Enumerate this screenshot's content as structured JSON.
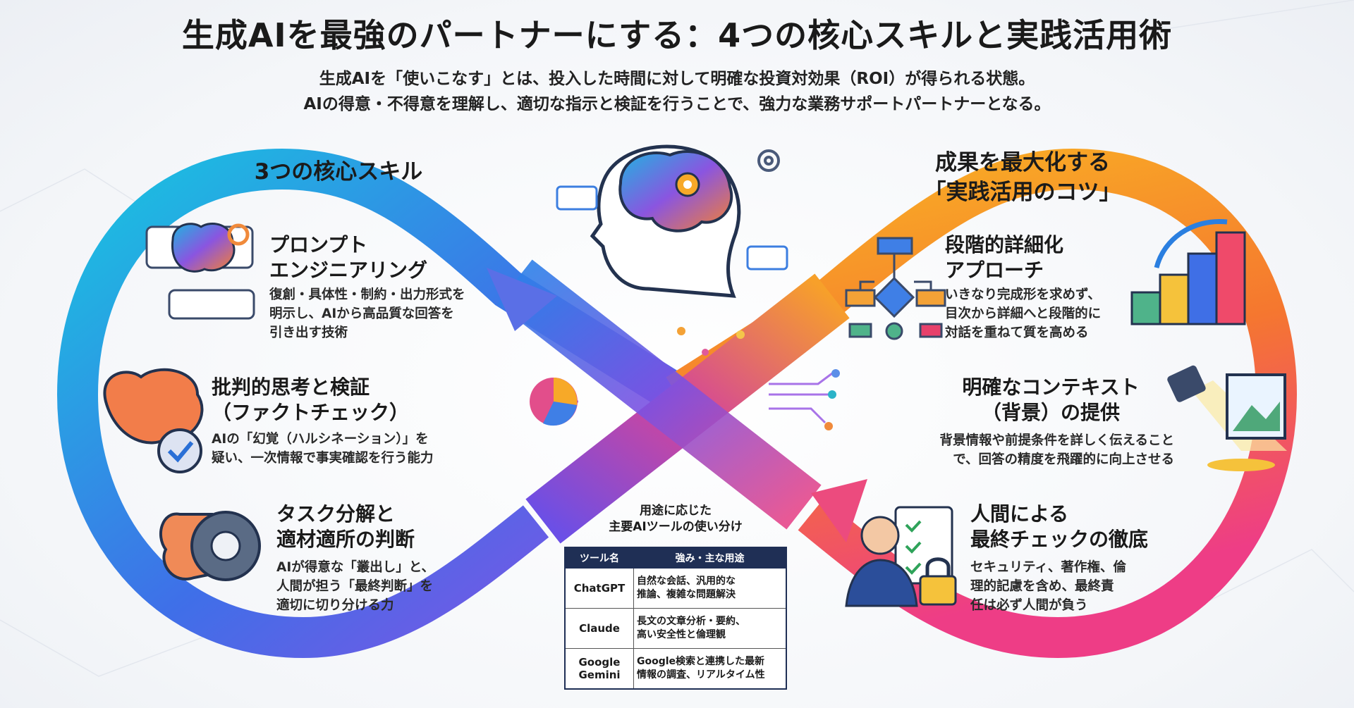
{
  "title": "生成AIを最強のパートナーにする：4つの核心スキルと実践活用術",
  "subtitle_lines": [
    "生成AIを「使いこなす」とは、投入した時間に対して明確な投資対効果（ROI）が得られる状態。",
    "AIの得意・不得意を理解し、適切な指示と検証を行うことで、強力な業務サポートパートナーとなる。"
  ],
  "left_section": {
    "title": "3つの核心スキル",
    "items": [
      {
        "title": [
          "プロンプト",
          "エンジニアリング"
        ],
        "desc": [
          "復創・具体性・制約・出力形式を",
          "明示し、AIから高品質な回答を",
          "引き出す技術"
        ],
        "icon": "brain-chat-icon"
      },
      {
        "title": [
          "批判的思考と検証",
          "（ファクトチェック）"
        ],
        "desc": [
          "AIの「幻覚（ハルシネーション）」を",
          "疑い、一次情報で事実確認を行う能力"
        ],
        "icon": "brain-check-icon"
      },
      {
        "title": [
          "タスク分解と",
          "適材適所の判断"
        ],
        "desc": [
          "AIが得意な「叢出し」と、",
          "人間が担う「最終判断」を",
          "適切に切り分ける力"
        ],
        "icon": "brain-gear-icon"
      }
    ]
  },
  "right_section": {
    "title": [
      "成果を最大化する",
      "「実践活用のコツ」"
    ],
    "items": [
      {
        "title": [
          "段階的詳細化",
          "アプローチ"
        ],
        "desc": [
          "いきなり完成形を求めず、",
          "目次から詳細へと段階的に",
          "対話を重ねて質を高める"
        ],
        "icon": "flowchart-icon"
      },
      {
        "title": [
          "明確なコンテキスト",
          "（背景）の提供"
        ],
        "desc": [
          "背景情報や前提条件を詳しく伝えること",
          "で、回答の精度を飛躍的に向上させる"
        ],
        "icon": "spotlight-image-icon"
      },
      {
        "title": [
          "人間による",
          "最終チェックの徹底"
        ],
        "desc": [
          "セキュリティ、著作権、倫",
          "理的記慮を含め、最終責",
          "任は必ず人間が負う"
        ],
        "icon": "person-checklist-lock-icon"
      }
    ]
  },
  "tool_table": {
    "caption": [
      "用途に応じた",
      "主要AIツールの使い分け"
    ],
    "headers": [
      "ツール名",
      "強み・主な用途"
    ],
    "rows": [
      {
        "name": "ChatGPT",
        "desc": [
          "自然な会話、汎用的な",
          "推論、複雑な問題解決"
        ]
      },
      {
        "name": "Claude",
        "desc": [
          "長文の文章分析・要約、",
          "高い安全性と倫理観"
        ]
      },
      {
        "name": [
          "Google",
          "Gemini"
        ],
        "desc": [
          "Google検索と連携した最新",
          "情報の調査、リアルタイム性"
        ]
      }
    ]
  },
  "colors": {
    "loop_left": "#1fb6e0",
    "loop_mid": "#7b4fe0",
    "loop_right_top": "#f7a21b",
    "loop_right_bottom": "#f0467a",
    "table_header": "#1f2f55"
  }
}
